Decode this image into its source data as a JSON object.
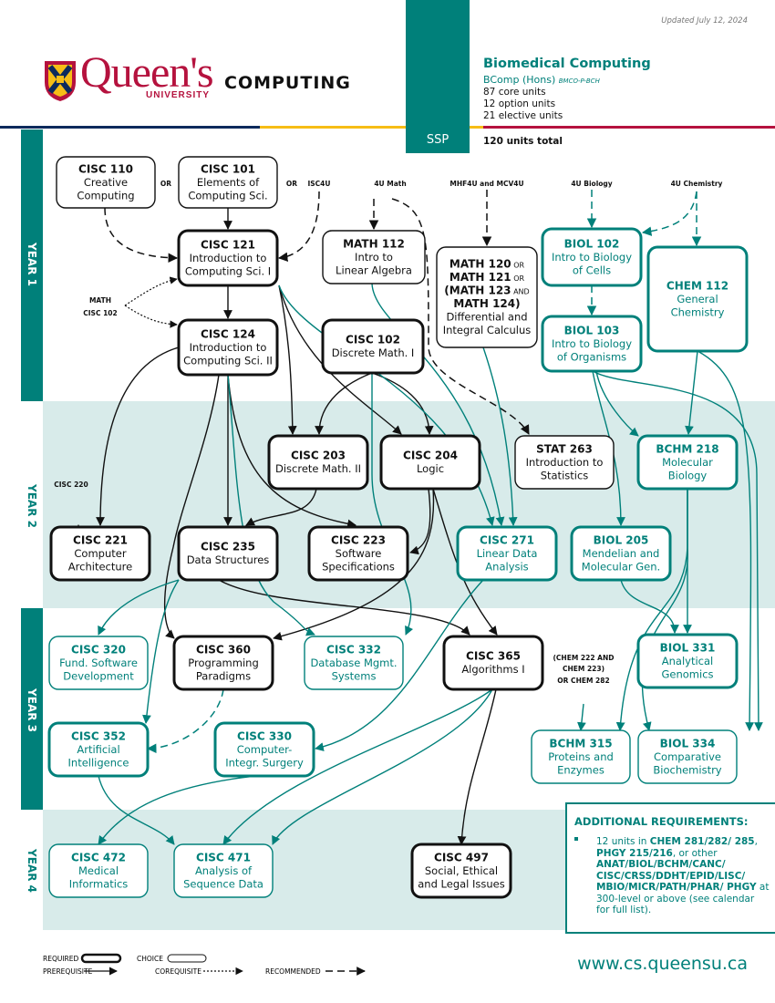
{
  "header": {
    "updated": "Updated July 12, 2024",
    "university_name": "Queen's",
    "university_sub": "UNIVERSITY",
    "department": "COMPUTING",
    "program_badge": "SSP",
    "program_title": "Biomedical Computing",
    "degree": "BComp (Hons)",
    "plan_code": "BMCO-P-BCH",
    "core_units": "87 core units",
    "option_units": "12 option units",
    "elective_units": "21 elective units",
    "total_units": "120 units total"
  },
  "colors": {
    "teal": "#00807a",
    "navy": "#0d2a5c",
    "gold": "#f6bd16",
    "red": "#b5123e",
    "band": "#d8ebea"
  },
  "years": [
    {
      "label": "YEAR 1"
    },
    {
      "label": "YEAR 2"
    },
    {
      "label": "YEAR 3"
    },
    {
      "label": "YEAR 4"
    }
  ],
  "nodes": [
    {
      "id": "cisc110",
      "code": "CISC 110",
      "title": [
        "Creative",
        "Computing"
      ],
      "kind": "choice",
      "color": "black"
    },
    {
      "id": "cisc101",
      "code": "CISC 101",
      "title": [
        "Elements of",
        "Computing Sci."
      ],
      "kind": "choice",
      "color": "black"
    },
    {
      "id": "cisc121",
      "code": "CISC 121",
      "title": [
        "Introduction to",
        "Computing Sci. I"
      ],
      "kind": "required",
      "color": "black"
    },
    {
      "id": "math112",
      "code": "MATH 112",
      "title": [
        "Intro to",
        "Linear Algebra"
      ],
      "kind": "choice",
      "color": "black"
    },
    {
      "id": "math120",
      "code": "MATH 120 OR|MATH 121 OR|(MATH 123 AND|MATH 124)",
      "title": [
        "Differential and",
        "Integral Calculus"
      ],
      "kind": "choice",
      "color": "black"
    },
    {
      "id": "biol102",
      "code": "BIOL 102",
      "title": [
        "Intro to Biology",
        "of Cells"
      ],
      "kind": "required",
      "color": "teal"
    },
    {
      "id": "chem112",
      "code": "CHEM 112",
      "title": [
        "General",
        "Chemistry"
      ],
      "kind": "required",
      "color": "teal"
    },
    {
      "id": "cisc124",
      "code": "CISC 124",
      "title": [
        "Introduction to",
        "Computing Sci. II"
      ],
      "kind": "required",
      "color": "black"
    },
    {
      "id": "cisc102",
      "code": "CISC 102",
      "title": [
        "Discrete Math. I"
      ],
      "kind": "required",
      "color": "black"
    },
    {
      "id": "biol103",
      "code": "BIOL 103",
      "title": [
        "Intro to Biology",
        "of Organisms"
      ],
      "kind": "required",
      "color": "teal"
    },
    {
      "id": "cisc203",
      "code": "CISC 203",
      "title": [
        "Discrete Math. II"
      ],
      "kind": "required",
      "color": "black"
    },
    {
      "id": "cisc204",
      "code": "CISC 204",
      "title": [
        "Logic"
      ],
      "kind": "required",
      "color": "black"
    },
    {
      "id": "stat263",
      "code": "STAT 263",
      "title": [
        "Introduction to",
        "Statistics"
      ],
      "kind": "choice",
      "color": "black"
    },
    {
      "id": "bchm218",
      "code": "BCHM 218",
      "title": [
        "Molecular",
        "Biology"
      ],
      "kind": "required",
      "color": "teal"
    },
    {
      "id": "cisc221",
      "code": "CISC 221",
      "title": [
        "Computer",
        "Architecture"
      ],
      "kind": "required",
      "color": "black"
    },
    {
      "id": "cisc235",
      "code": "CISC 235",
      "title": [
        "Data Structures"
      ],
      "kind": "required",
      "color": "black"
    },
    {
      "id": "cisc223",
      "code": "CISC 223",
      "title": [
        "Software",
        "Specifications"
      ],
      "kind": "required",
      "color": "black"
    },
    {
      "id": "cisc271",
      "code": "CISC 271",
      "title": [
        "Linear Data",
        "Analysis"
      ],
      "kind": "required",
      "color": "teal"
    },
    {
      "id": "biol205",
      "code": "BIOL 205",
      "title": [
        "Mendelian and",
        "Molecular Gen."
      ],
      "kind": "required",
      "color": "teal"
    },
    {
      "id": "cisc320",
      "code": "CISC 320",
      "title": [
        "Fund. Software",
        "Development"
      ],
      "kind": "choice",
      "color": "teal"
    },
    {
      "id": "cisc360",
      "code": "CISC 360",
      "title": [
        "Programming",
        "Paradigms"
      ],
      "kind": "required",
      "color": "black"
    },
    {
      "id": "cisc332",
      "code": "CISC 332",
      "title": [
        "Database Mgmt.",
        "Systems"
      ],
      "kind": "choice",
      "color": "teal"
    },
    {
      "id": "cisc365",
      "code": "CISC 365",
      "title": [
        "Algorithms I"
      ],
      "kind": "required",
      "color": "black"
    },
    {
      "id": "biol331",
      "code": "BIOL 331",
      "title": [
        "Analytical",
        "Genomics"
      ],
      "kind": "required",
      "color": "teal"
    },
    {
      "id": "cisc352",
      "code": "CISC 352",
      "title": [
        "Artificial",
        "Intelligence"
      ],
      "kind": "required",
      "color": "teal"
    },
    {
      "id": "cisc330",
      "code": "CISC 330",
      "title": [
        "Computer-",
        "Integr. Surgery"
      ],
      "kind": "required",
      "color": "teal"
    },
    {
      "id": "bchm315",
      "code": "BCHM 315",
      "title": [
        "Proteins and",
        "Enzymes"
      ],
      "kind": "choice",
      "color": "teal"
    },
    {
      "id": "biol334",
      "code": "BIOL 334",
      "title": [
        "Comparative",
        "Biochemistry"
      ],
      "kind": "choice",
      "color": "teal"
    },
    {
      "id": "cisc472",
      "code": "CISC 472",
      "title": [
        "Medical",
        "Informatics"
      ],
      "kind": "choice",
      "color": "teal"
    },
    {
      "id": "cisc471",
      "code": "CISC 471",
      "title": [
        "Analysis of",
        "Sequence Data"
      ],
      "kind": "choice",
      "color": "teal"
    },
    {
      "id": "cisc497",
      "code": "CISC 497",
      "title": [
        "Social, Ethical",
        "and Legal Issues"
      ],
      "kind": "required",
      "color": "black"
    }
  ],
  "labels": {
    "or1": "OR",
    "or2": "OR",
    "isc4u": "ISC4U",
    "math4u": "4U Math",
    "mhf": "MHF4U and MCV4U",
    "bio4u": "4U Biology",
    "chem4u": "4U Chemistry",
    "coreq_math": "MATH",
    "coreq_cisc102": "CISC 102",
    "cisc220": "CISC 220",
    "chem_prereq_1": "(CHEM 222 AND",
    "chem_prereq_2": "CHEM 223)",
    "chem_prereq_3": "OR CHEM 282"
  },
  "additional": {
    "title": "ADDITIONAL REQUIREMENTS:",
    "text_1": "12 units in ",
    "bold_1": "CHEM 281/282/ 285",
    "text_2": ", ",
    "bold_2": "PHGY 215/216",
    "text_3": ", or other ",
    "bold_3": "ANAT/BIOL/BCHM/CANC/ CISC/CRSS/DDHT/EPID/LISC/ MBIO/MICR/PATH/PHAR/ PHGY",
    "text_4": " at 300-level or above (see calendar for full list)."
  },
  "legend": {
    "required": "REQUIRED",
    "choice": "CHOICE",
    "prerequisite": "PREREQUISITE",
    "corequisite": "COREQUISITE",
    "recommended": "RECOMMENDED"
  },
  "footer": {
    "url": "www.cs.queensu.ca"
  }
}
